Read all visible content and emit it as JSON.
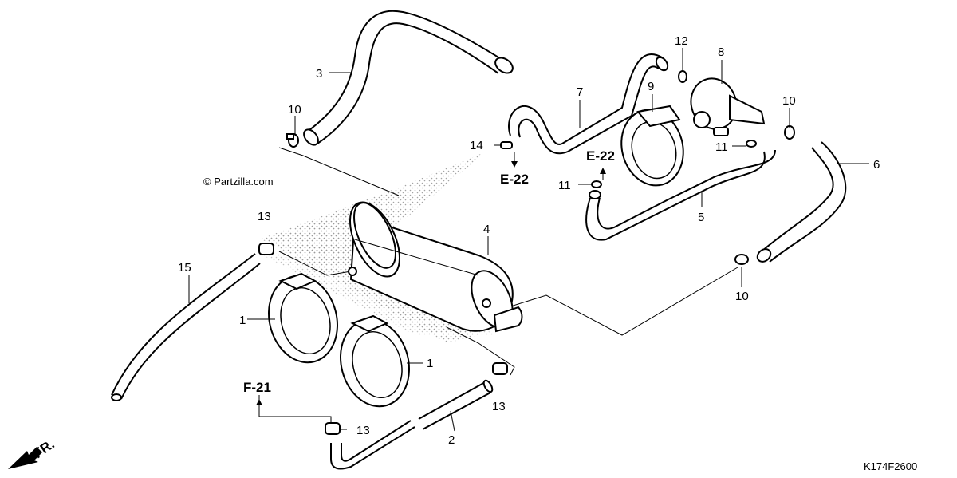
{
  "watermark": "© Partzilla.com",
  "drawing_code": "K174F2600",
  "direction_label": "FR.",
  "refs": {
    "e22_a": "E-22",
    "e22_b": "E-22",
    "f21": "F-21"
  },
  "callouts": {
    "p1a": "1",
    "p1b": "1",
    "p2": "2",
    "p3": "3",
    "p4": "4",
    "p5": "5",
    "p6": "6",
    "p7": "7",
    "p8": "8",
    "p9": "9",
    "p10a": "10",
    "p10b": "10",
    "p10c": "10",
    "p11a": "11",
    "p11b": "11",
    "p12": "12",
    "p13a": "13",
    "p13b": "13",
    "p13c": "13",
    "p14": "14",
    "p15": "15"
  }
}
